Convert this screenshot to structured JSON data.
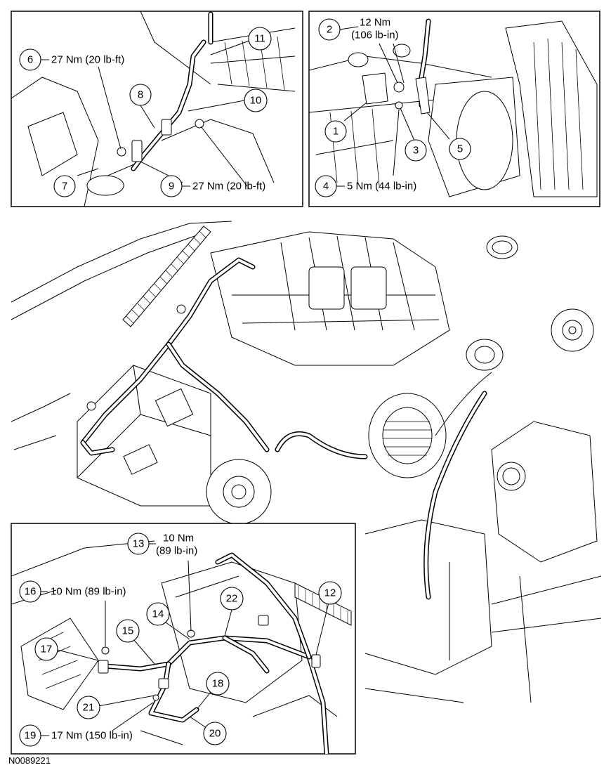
{
  "figure_id": "N0089221",
  "top_left_panel": {
    "callouts": [
      {
        "num": "6",
        "text": "27 Nm (20 lb-ft)"
      },
      {
        "num": "7",
        "text": ""
      },
      {
        "num": "8",
        "text": ""
      },
      {
        "num": "9",
        "text": "27 Nm (20 lb-ft)"
      },
      {
        "num": "10",
        "text": ""
      },
      {
        "num": "11",
        "text": ""
      }
    ]
  },
  "top_right_panel": {
    "callouts": [
      {
        "num": "1",
        "text": ""
      },
      {
        "num": "2",
        "text": "12 Nm",
        "text2": "(106 lb-in)"
      },
      {
        "num": "3",
        "text": ""
      },
      {
        "num": "4",
        "text": "5 Nm (44 lb-in)"
      },
      {
        "num": "5",
        "text": ""
      }
    ]
  },
  "bottom_panel": {
    "callouts": [
      {
        "num": "12",
        "text": ""
      },
      {
        "num": "13",
        "text": "10 Nm",
        "text2": "(89 lb-in)"
      },
      {
        "num": "14",
        "text": ""
      },
      {
        "num": "15",
        "text": ""
      },
      {
        "num": "16",
        "text": "10 Nm (89 lb-in)"
      },
      {
        "num": "17",
        "text": ""
      },
      {
        "num": "18",
        "text": ""
      },
      {
        "num": "19",
        "text": "17 Nm (150 lb-in)"
      },
      {
        "num": "20",
        "text": ""
      },
      {
        "num": "21",
        "text": ""
      },
      {
        "num": "22",
        "text": ""
      }
    ]
  }
}
